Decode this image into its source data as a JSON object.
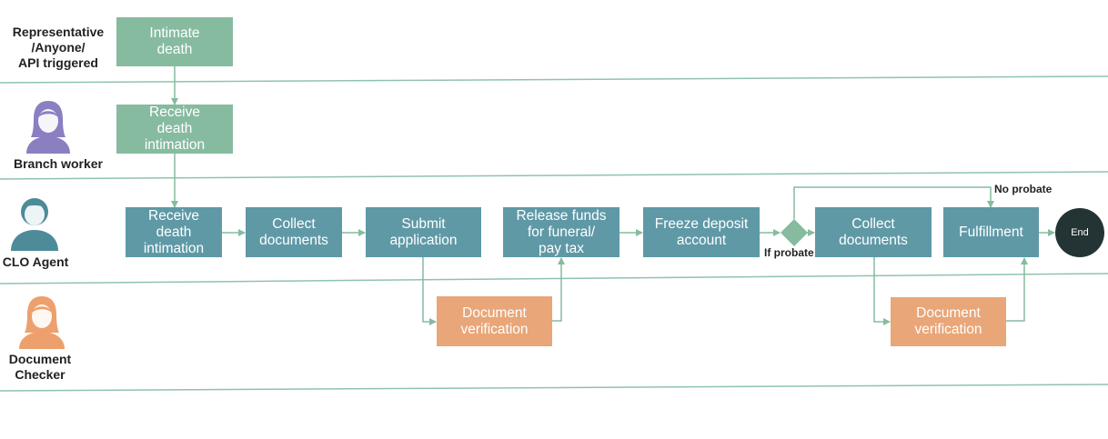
{
  "colors": {
    "green": "#86BBA0",
    "teal": "#5F99A6",
    "orange": "#E9A678",
    "line": "#86BBA0",
    "lane_divider": "#8FC3AE",
    "end": "#243333",
    "avatar_purple": "#8B7FC2",
    "avatar_teal": "#4D8B99",
    "avatar_orange": "#EDA06D"
  },
  "lanes": [
    {
      "label": "Representative\n/Anyone/\nAPI triggered",
      "icon": "none"
    },
    {
      "label": "Branch worker",
      "icon": "female-user-icon"
    },
    {
      "label": "CLO Agent",
      "icon": "male-user-icon"
    },
    {
      "label": "Document\nChecker",
      "icon": "female-user-icon"
    }
  ],
  "nodes": {
    "intimate_death": "Intimate\ndeath",
    "receive_intimation_branch": "Receive\ndeath\nintimation",
    "receive_intimation_clo": "Receive\ndeath\nintimation",
    "collect_documents_1": "Collect\ndocuments",
    "submit_application": "Submit\napplication",
    "document_verification_1": "Document\nverification",
    "release_funds": "Release funds\nfor funeral/\npay tax",
    "freeze_deposit": "Freeze deposit\naccount",
    "collect_documents_2": "Collect\ndocuments",
    "document_verification_2": "Document\nverification",
    "fulfillment": "Fulfillment",
    "end": "End"
  },
  "edge_labels": {
    "no_probate": "No probate",
    "if_probate": "If probate"
  }
}
